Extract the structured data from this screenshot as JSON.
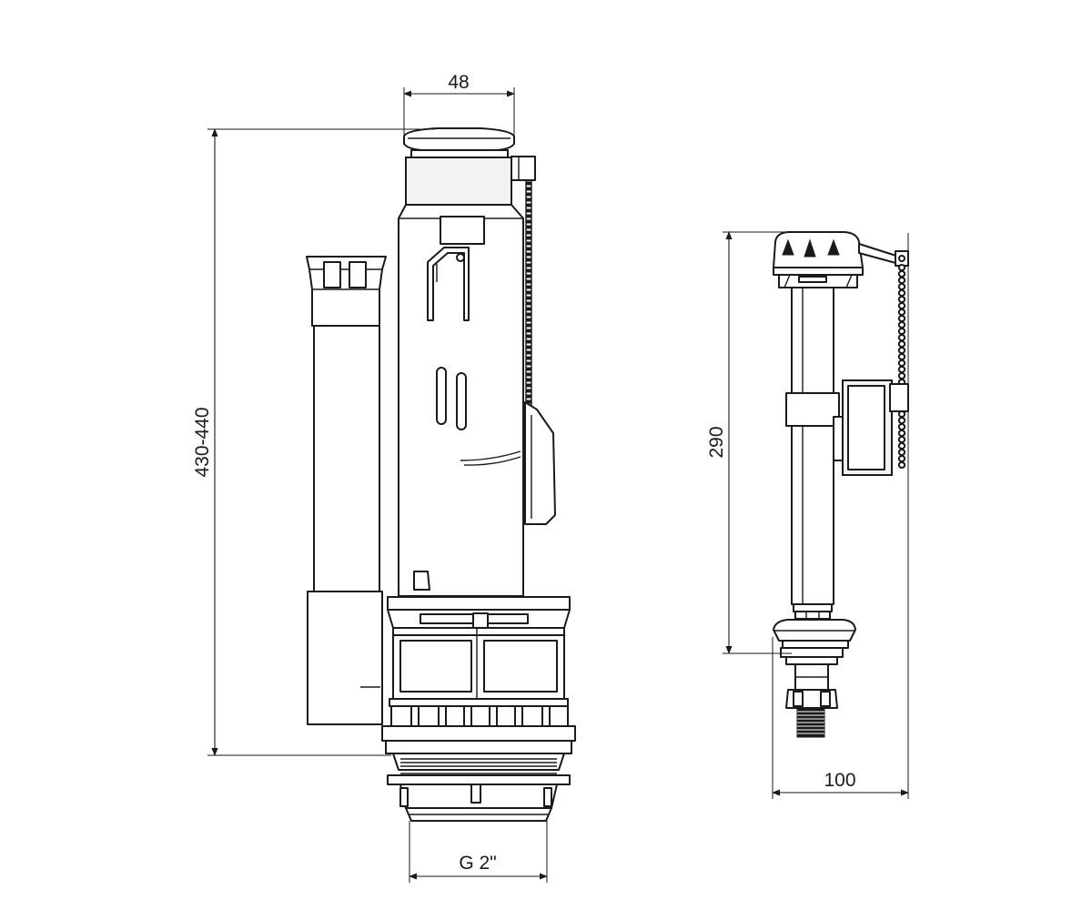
{
  "figure": {
    "colors": {
      "line": "#1a1a1a",
      "background": "#ffffff"
    },
    "flush_valve": {
      "dimensions": {
        "top_width": "48",
        "height": "430-440",
        "thread": "G 2\""
      }
    },
    "fill_valve": {
      "dimensions": {
        "height": "290",
        "width": "100"
      }
    }
  }
}
